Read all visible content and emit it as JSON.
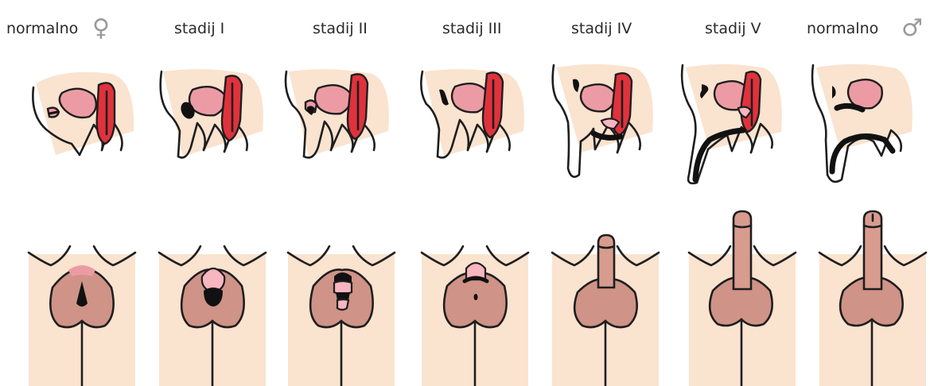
{
  "stages": [
    {
      "label": "normalno",
      "symbol": "♀"
    },
    {
      "label": "stadij I",
      "symbol": ""
    },
    {
      "label": "stadij II",
      "symbol": ""
    },
    {
      "label": "stadij III",
      "symbol": ""
    },
    {
      "label": "stadij IV",
      "symbol": ""
    },
    {
      "label": "stadij V",
      "symbol": ""
    },
    {
      "label": "normalno",
      "symbol": "♂"
    }
  ],
  "colors": {
    "skin": "#fae3cf",
    "organ_pink": "#ec9ba4",
    "organ_red": "#e0323c",
    "genital_brown": "#cf9387",
    "outline": "#1e1e1e"
  }
}
